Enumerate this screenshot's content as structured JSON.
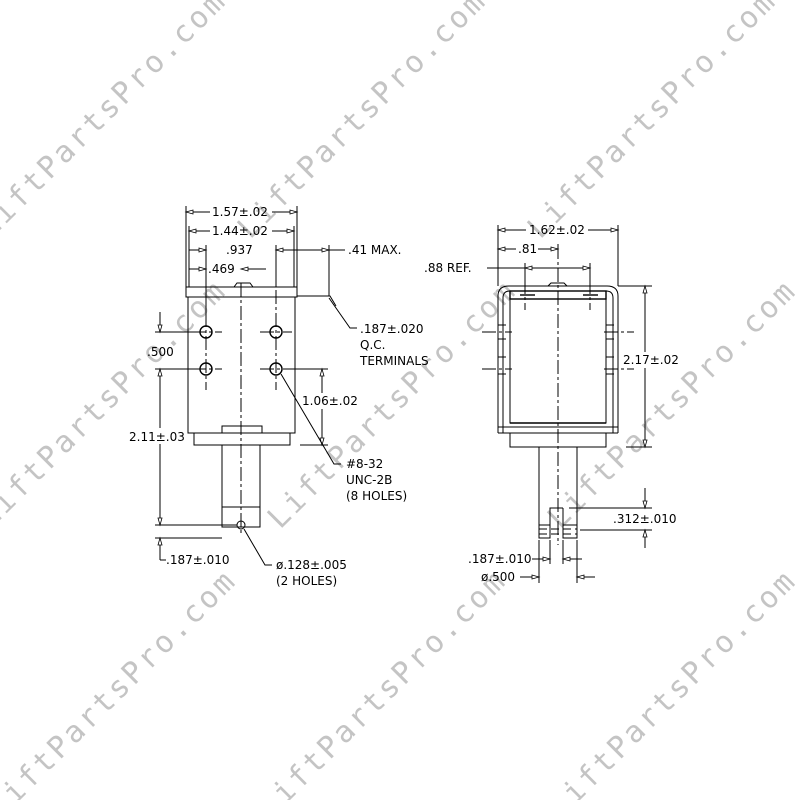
{
  "drawing": {
    "watermark": "LiftPartsPro.com",
    "colors": {
      "line": "#000000",
      "watermark": "#c4c4c4",
      "background": "#ffffff"
    },
    "front_view": {
      "dims": {
        "overall_width": "1.57±.02",
        "body_width": "1.44±.02",
        "hole_spacing": ".937",
        "hole_offset": ".469",
        "terminal": ".41 MAX.",
        "hole_vertical_spacing": ".500",
        "hole_to_base": "1.06±.02",
        "overall_height": "2.11±.03",
        "pin_hole_offset": ".187±.010"
      },
      "notes": {
        "terminal_line1": ".187±.020",
        "terminal_line2": "Q.C.",
        "terminal_line3": "TERMINALS",
        "thread_line1": "#8-32",
        "thread_line2": "UNC-2B",
        "thread_line3": "(8 HOLES)",
        "pin_line1": "ø.128±.005",
        "pin_line2": "(2 HOLES)"
      }
    },
    "side_view": {
      "dims": {
        "overall_width": "1.62±.02",
        "half_width": ".81",
        "ref": ".88 REF.",
        "height": "2.17±.02",
        "slot_depth": ".312±.010",
        "slot_width": ".187±.010",
        "plunger_dia": "ø.500"
      }
    }
  }
}
